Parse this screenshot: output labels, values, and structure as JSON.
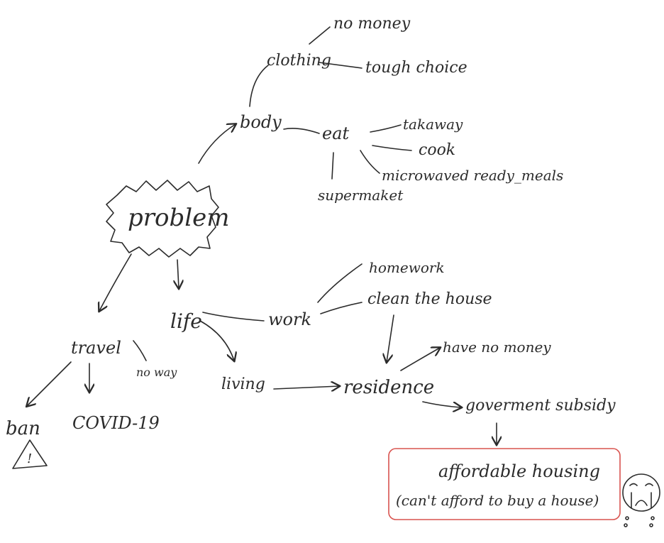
{
  "nodes": {
    "problem": "problem",
    "body": "body",
    "clothing": "clothing",
    "no_money_top": "no money",
    "tough_choice": "tough choice",
    "eat": "eat",
    "takeaway": "takaway",
    "cook": "cook",
    "microwaved": "microwaved ready_meals",
    "supermarket": "supermaket",
    "travel": "travel",
    "no_way": "no way",
    "ban": "ban",
    "covid": "COVID-19",
    "life": "life",
    "work": "work",
    "homework": "homework",
    "clean_house": "clean the house",
    "living": "living",
    "residence": "residence",
    "have_no_money": "have no money",
    "government_subsidy": "goverment subsidy",
    "affordable_housing": "affordable housing",
    "cant_afford": "(can't afford to buy a house)"
  },
  "warning_symbol": "!",
  "highlight_color": "#d9534f",
  "ink_color": "#2b2b2b"
}
